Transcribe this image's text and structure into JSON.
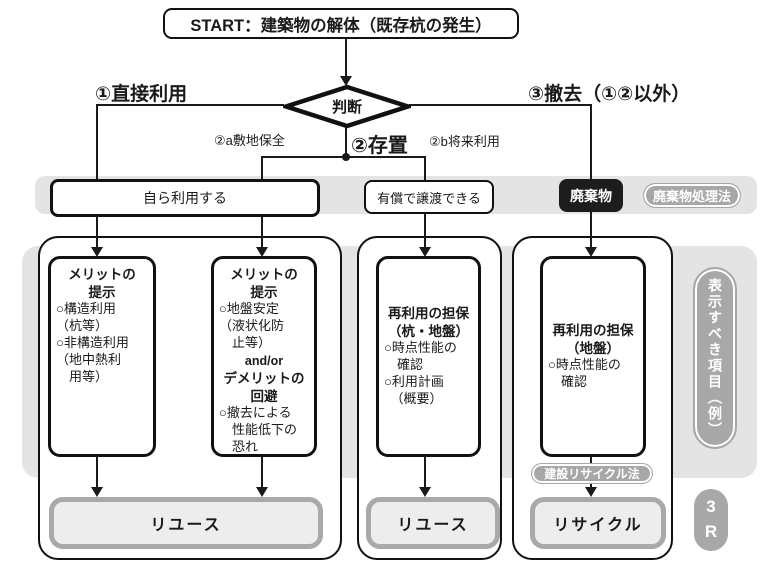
{
  "start": {
    "label": "START：建築物の解体（既存杭の発生）"
  },
  "decision": {
    "label": "判断"
  },
  "branches": {
    "direct_use": "①直接利用",
    "leave": "②存置",
    "leave_site": "②a敷地保全",
    "leave_future": "②b将来利用",
    "removal": "③撤去（①②以外）"
  },
  "band": {
    "use_self": "自ら利用する",
    "transfer_paid": "有償で譲渡できる",
    "waste": "廃棄物",
    "waste_law": "廃棄物処理法"
  },
  "boxes": {
    "box1": {
      "head": "メリットの\n提示",
      "body": "○構造利用\n（杭等）\n○非構造利用\n（地中熱利\n　用等）"
    },
    "box2": {
      "head": "メリットの\n提示",
      "body": "○地盤安定\n（液状化防\n　止等）",
      "andor": "and/or",
      "head2": "デメリットの\n回避",
      "body2": "○撤去による\n　性能低下の\n　恐れ"
    },
    "box3": {
      "head": "再利用の担保\n（杭・地盤）",
      "body": "○時点性能の\n　確認\n○利用計画\n　（概要）"
    },
    "box4": {
      "head": "再利用の担保\n（地盤）",
      "body": "○時点性能の\n　確認"
    }
  },
  "results": {
    "reuse_left": "リユース",
    "reuse_mid": "リユース",
    "recycle": "リサイクル"
  },
  "side": {
    "items_note": "表示すべき項目（例）",
    "recycle_law": "建設リサイクル法",
    "three_r": "3\nR"
  },
  "colors": {
    "gray_zone": "#e4e4e4",
    "pill_gray": "#a7a7a7",
    "waste_dark": "#1d1d1d",
    "result_border": "#a9a9a9",
    "result_fill": "#ededed",
    "line": "#1a1a1a"
  }
}
